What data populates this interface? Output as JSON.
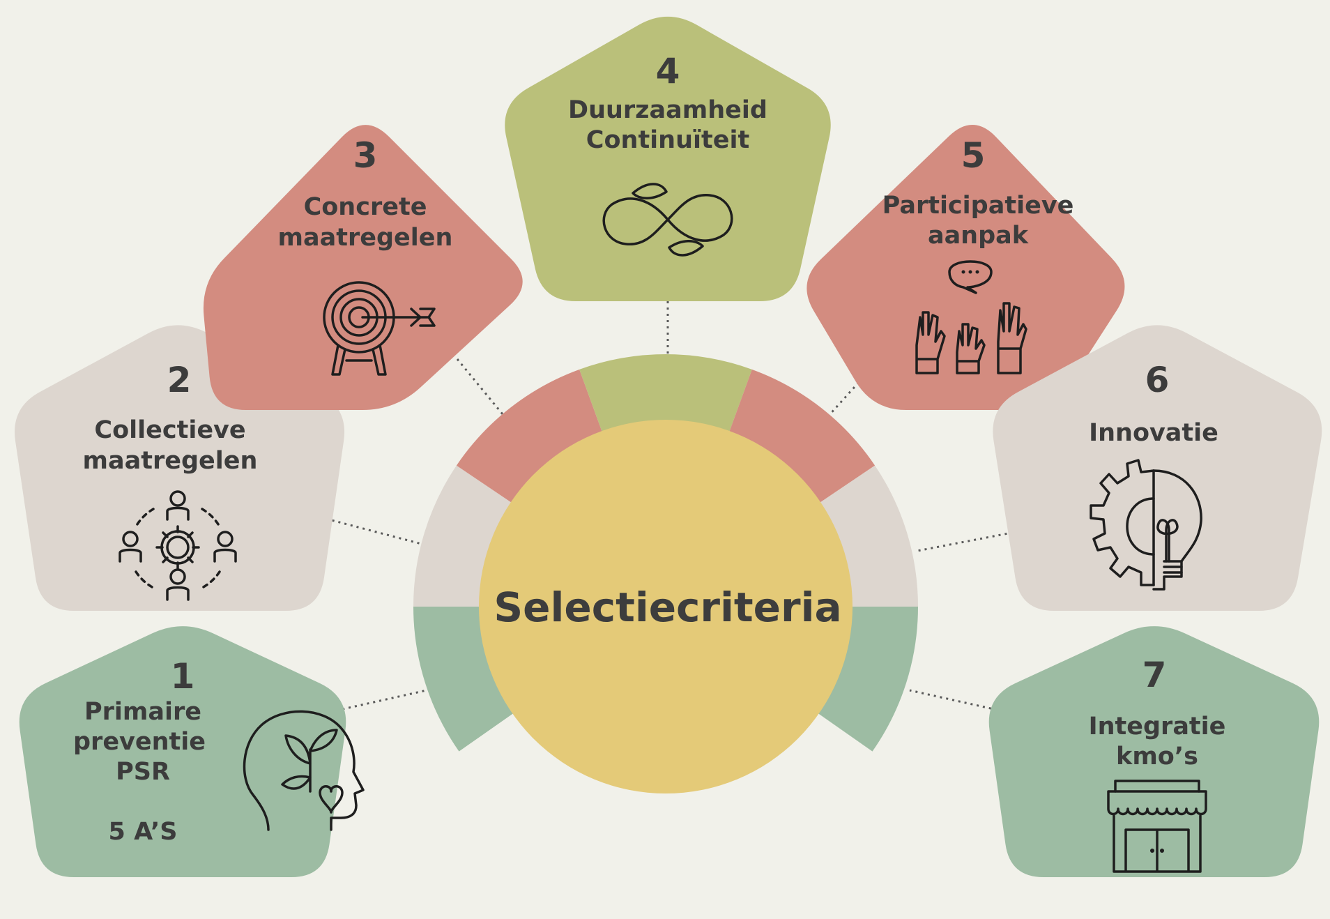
{
  "center": {
    "title": "Selectiecriteria"
  },
  "colors": {
    "background": "#f1f1ea",
    "green": "#9dbca3",
    "beige": "#ddd6cf",
    "red": "#d38c80",
    "olive": "#bac07a",
    "yellow": "#e4ca78",
    "text": "#3c3c3c"
  },
  "criteria": [
    {
      "number": "1",
      "lines": [
        "Primaire",
        "preventie",
        "PSR"
      ],
      "extra": "5 A’S",
      "color": "green",
      "icon": "head-leaves-heart-icon"
    },
    {
      "number": "2",
      "lines": [
        "Collectieve",
        "maatregelen"
      ],
      "color": "beige",
      "icon": "team-gear-icon"
    },
    {
      "number": "3",
      "lines": [
        "Concrete",
        "maatregelen"
      ],
      "color": "red",
      "icon": "target-arrow-icon"
    },
    {
      "number": "4",
      "lines": [
        "Duurzaamheid",
        "Continuïteit"
      ],
      "color": "olive",
      "icon": "infinity-leaves-icon"
    },
    {
      "number": "5",
      "lines": [
        "Participatieve",
        "aanpak"
      ],
      "color": "red",
      "icon": "raised-hands-speech-icon"
    },
    {
      "number": "6",
      "lines": [
        "Innovatie"
      ],
      "color": "beige",
      "icon": "gear-lightbulb-icon"
    },
    {
      "number": "7",
      "lines": [
        "Integratie",
        "kmo’s"
      ],
      "color": "green",
      "icon": "shop-storefront-icon"
    }
  ]
}
